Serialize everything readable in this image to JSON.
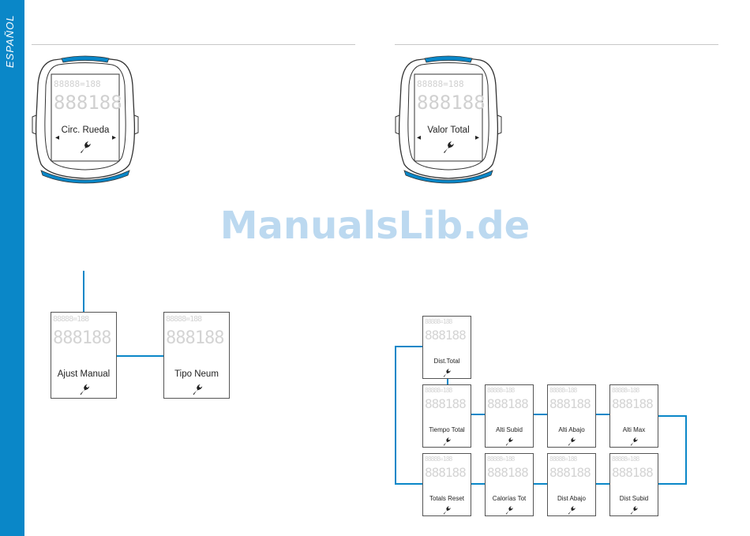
{
  "sidebar": {
    "language": "ESPAÑOL"
  },
  "watermark": "ManualsLib.de",
  "devices": [
    {
      "label": "Circ. Rueda"
    },
    {
      "label": "Valor Total"
    }
  ],
  "left_flow": [
    {
      "label": "Ajust Manual"
    },
    {
      "label": "Tipo Neum"
    }
  ],
  "right_flow": {
    "top": {
      "label": "Dist.Total"
    },
    "row1": [
      {
        "label": "Tiempo Total"
      },
      {
        "label": "Alti Subid"
      },
      {
        "label": "Alti Abajo"
      },
      {
        "label": "Alti Max"
      }
    ],
    "row2": [
      {
        "label": "Totals Reset"
      },
      {
        "label": "Calorías Tot"
      },
      {
        "label": "Dist Abajo"
      },
      {
        "label": "Dist Subid"
      }
    ]
  },
  "colors": {
    "accent": "#0a87c8",
    "rule": "#c8c8c8"
  }
}
